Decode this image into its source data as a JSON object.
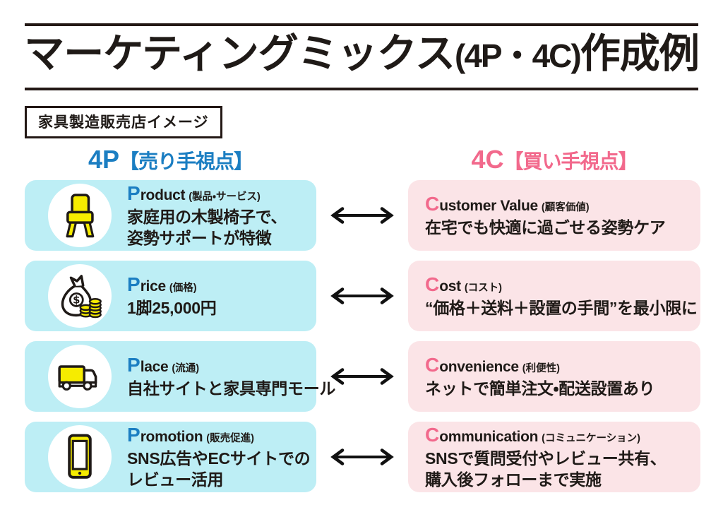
{
  "title": {
    "part1": "マーケティングミックス",
    "paren": "(4P・4C)",
    "part2": "作成例"
  },
  "subtitle_box": "家具製造販売店イメージ",
  "columns": {
    "left": {
      "code": "4P",
      "scope": "【売り手視点】"
    },
    "right": {
      "code": "4C",
      "scope": "【買い手視点】"
    }
  },
  "rows": [
    {
      "icon": "chair-icon",
      "left": {
        "initial": "P",
        "rest": "roduct",
        "note": "(製品・サービス)",
        "lines": [
          "家庭用の木製椅子で、",
          "姿勢サポートが特徴"
        ]
      },
      "right": {
        "initial": "C",
        "rest": "ustomer Value",
        "note": "(顧客価値)",
        "lines": [
          "在宅でも快適に過ごせる姿勢ケア"
        ]
      }
    },
    {
      "icon": "money-bag-icon",
      "left": {
        "initial": "P",
        "rest": "rice",
        "note": "(価格)",
        "lines": [
          "1脚25,000円"
        ]
      },
      "right": {
        "initial": "C",
        "rest": "ost",
        "note": "(コスト)",
        "lines": [
          "“価格＋送料＋設置の手間”を最小限に"
        ]
      }
    },
    {
      "icon": "truck-icon",
      "left": {
        "initial": "P",
        "rest": "lace",
        "note": "(流通)",
        "lines": [
          "自社サイトと家具専門モール"
        ]
      },
      "right": {
        "initial": "C",
        "rest": "onvenience",
        "note": "(利便性)",
        "lines": [
          "ネットで簡単注文・配送設置あり"
        ]
      }
    },
    {
      "icon": "smartphone-icon",
      "left": {
        "initial": "P",
        "rest": "romotion",
        "note": "(販売促進)",
        "lines": [
          "SNS広告やECサイトでの",
          "レビュー活用"
        ]
      },
      "right": {
        "initial": "C",
        "rest": "ommunication",
        "note": "(コミュニケーション)",
        "lines": [
          "SNSで質問受付やレビュー共有、",
          "購入後フォローまで実施"
        ]
      }
    }
  ],
  "colors": {
    "text": "#1f1a17",
    "accent_blue": "#1b7ec2",
    "accent_pink": "#f2698c",
    "card_cyan": "#bdeef5",
    "card_pink": "#fbe4e7",
    "icon_yellow": "#f6ec00",
    "rule_black": "#231815"
  }
}
